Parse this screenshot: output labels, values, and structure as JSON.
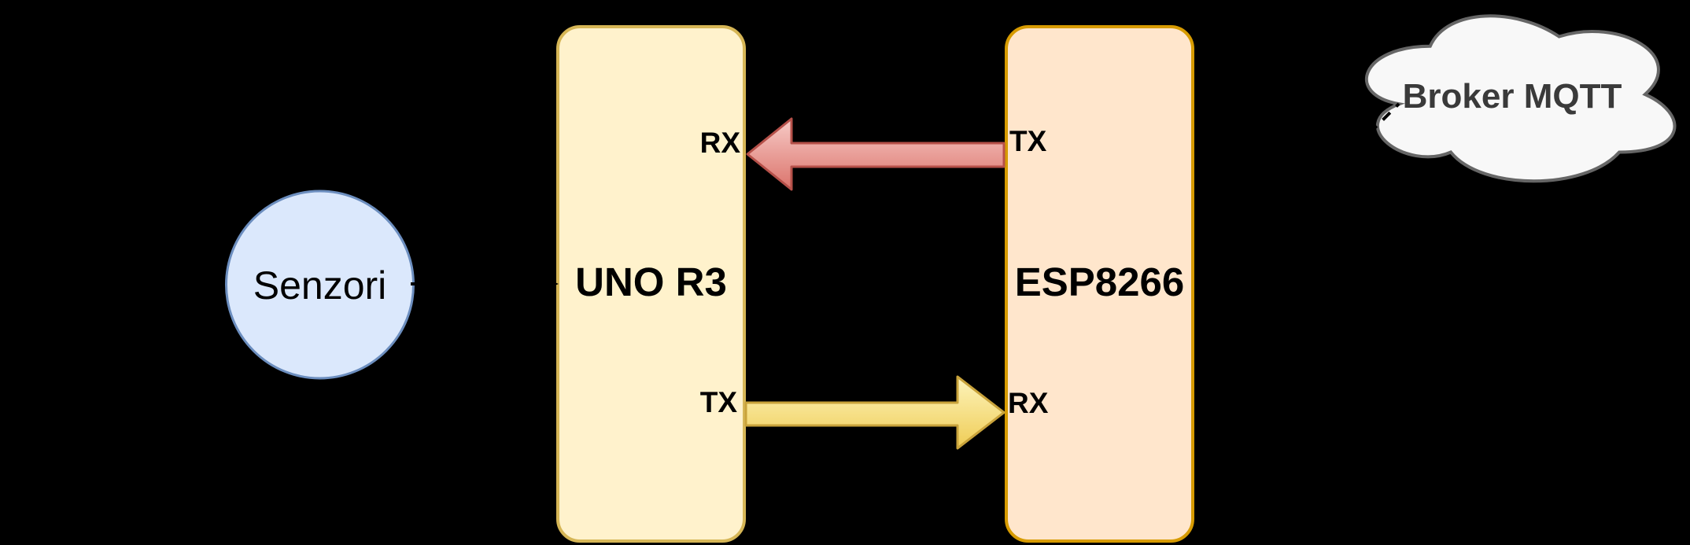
{
  "diagram": {
    "background_color": "#000000",
    "nodes": {
      "senzori": {
        "label": "Senzori",
        "shape": "circle"
      },
      "uno": {
        "label": "UNO R3",
        "shape": "rounded-rect",
        "pin_top": "RX",
        "pin_bottom": "TX"
      },
      "esp": {
        "label": "ESP8266",
        "shape": "rounded-rect",
        "pin_top": "TX",
        "pin_bottom": "RX"
      },
      "broker": {
        "label": "Broker MQTT",
        "shape": "cloud"
      }
    },
    "edges": [
      {
        "from": "senzori",
        "to": "uno",
        "style": "solid-black-arrow"
      },
      {
        "from": "esp.pin_top TX",
        "to": "uno.pin_top RX",
        "style": "fat-arrow-red"
      },
      {
        "from": "uno.pin_bottom TX",
        "to": "esp.pin_bottom RX",
        "style": "fat-arrow-yellow"
      },
      {
        "from": "esp",
        "to": "broker",
        "style": "dashed-black-line"
      }
    ],
    "colors": {
      "senzori_fill": "#dbe8fc",
      "senzori_stroke": "#6c8ebf",
      "uno_fill": "#fff2cc",
      "uno_stroke": "#d6b656",
      "esp_fill": "#ffe6cc",
      "esp_stroke": "#d79b00",
      "cloud_fill": "#f8f8f8",
      "cloud_stroke": "#666666",
      "red_arrow_top": "#f7cbc7",
      "red_arrow_bottom": "#db736b",
      "red_arrow_stroke": "#b55049",
      "yellow_arrow_top": "#fdf4bc",
      "yellow_arrow_bottom": "#efcc55",
      "yellow_arrow_stroke": "#c9a33b",
      "connector": "#000000",
      "cloud_text": "#3a3a3a"
    }
  }
}
